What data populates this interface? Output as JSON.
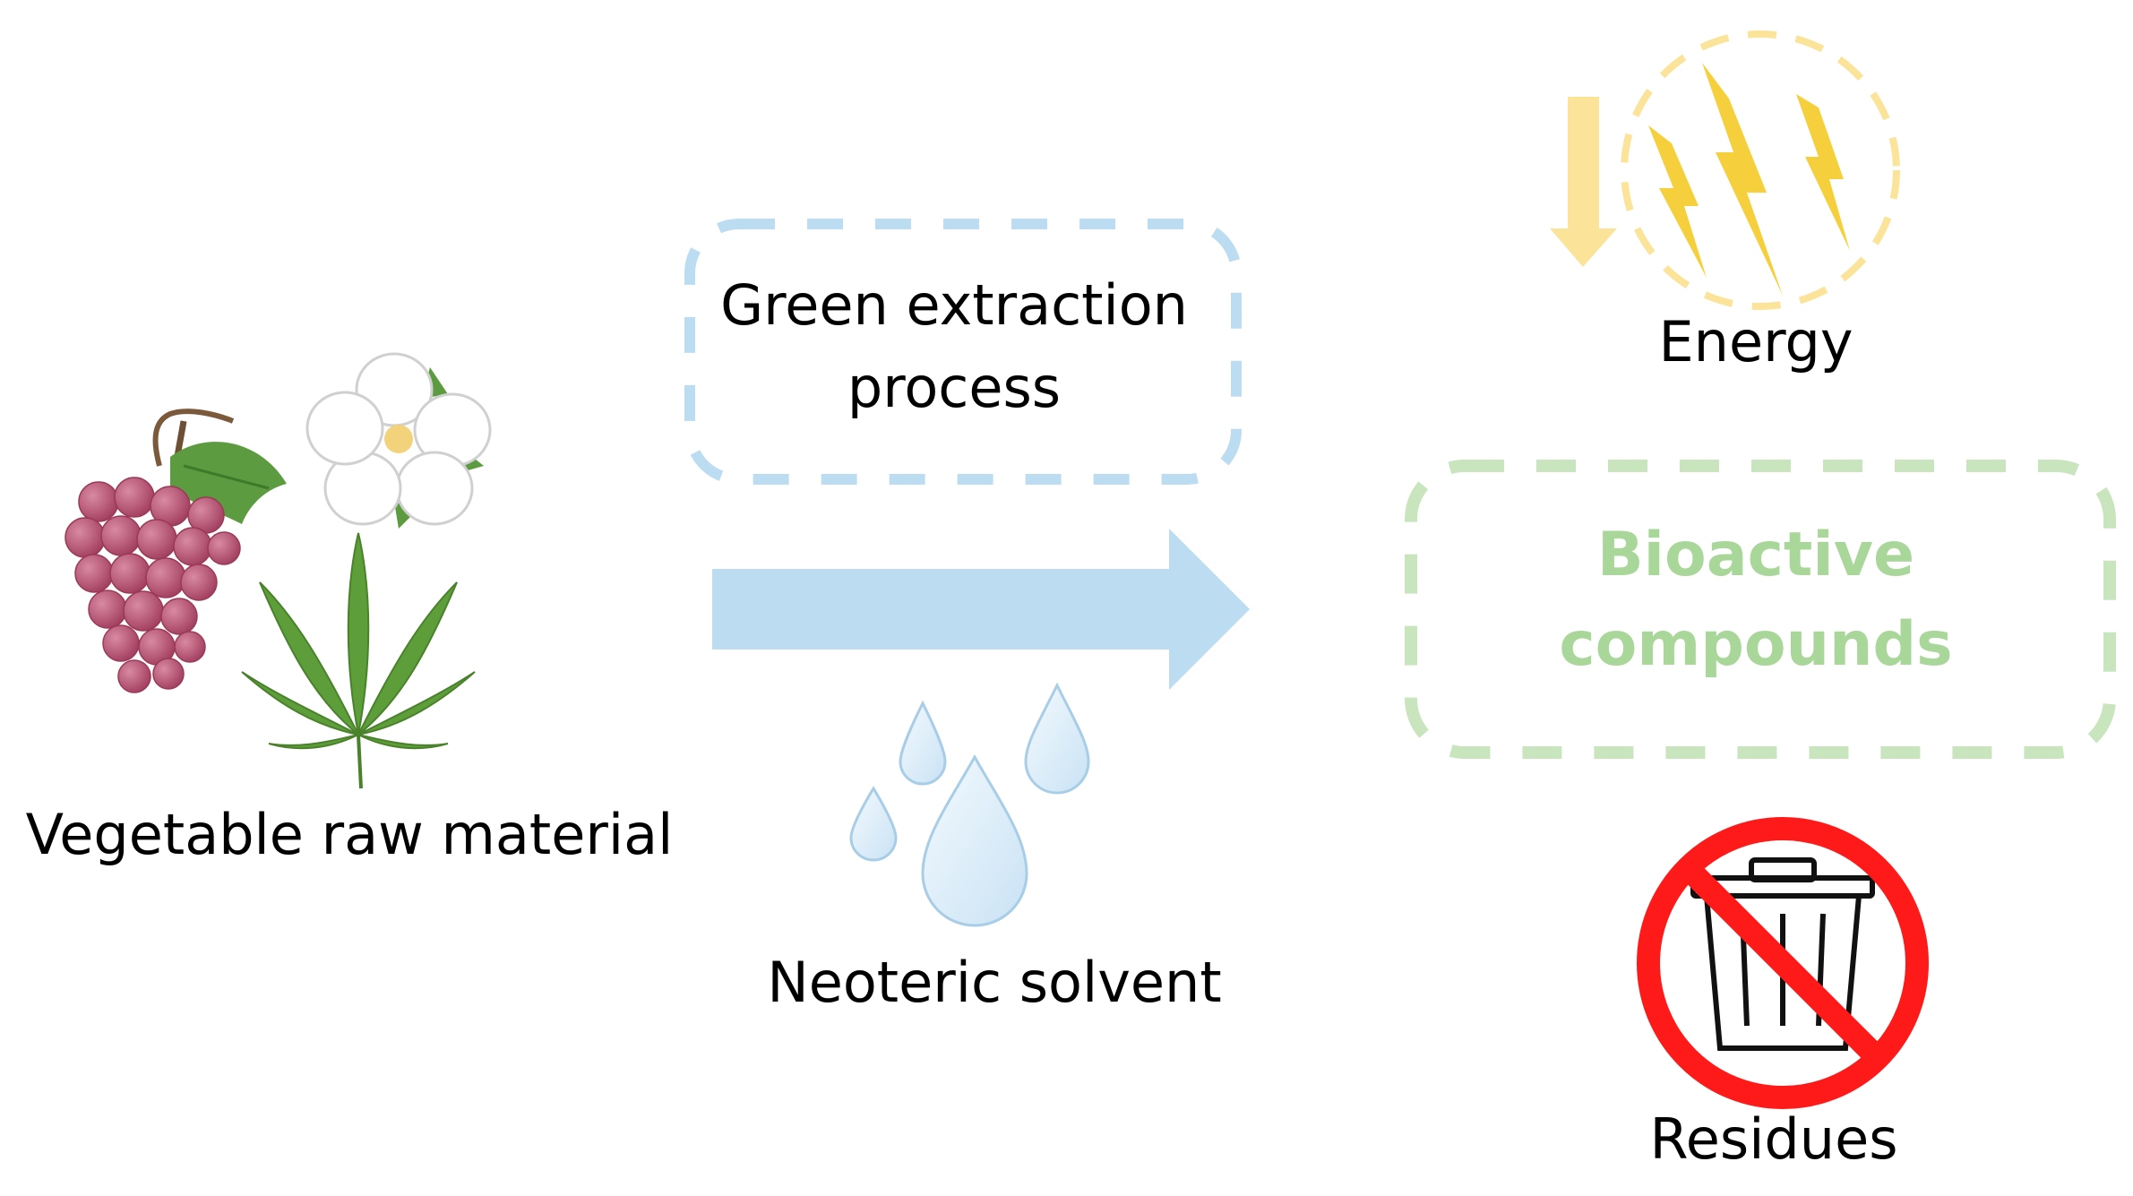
{
  "labels": {
    "raw_material": "Vegetable raw material",
    "process_line1": "Green extraction",
    "process_line2": "process",
    "solvent": "Neoteric solvent",
    "energy": "Energy",
    "bioactive_line1": "Bioactive",
    "bioactive_line2": "compounds",
    "residues": "Residues"
  },
  "icons": {
    "grapes": "grapes-icon",
    "flower": "flower-icon",
    "leaf": "hemp-leaf-icon",
    "drops": "water-drops-icon",
    "energy": "lightning-bolts-icon",
    "down_arrow": "down-arrow-icon",
    "trash": "trash-can-icon",
    "prohibited": "prohibition-sign-icon",
    "process_arrow": "right-arrow-icon"
  },
  "colors": {
    "process_box": "#bcdcf2",
    "arrow": "#bcdcf2",
    "bioactive": "#a9d79a",
    "energy": "#f5d03c",
    "energy_light": "#fbe49a",
    "prohibit": "#ff1a1a",
    "grape": "#b5506f",
    "leaf": "#5e9e3a",
    "drop": "#dcecf8"
  }
}
